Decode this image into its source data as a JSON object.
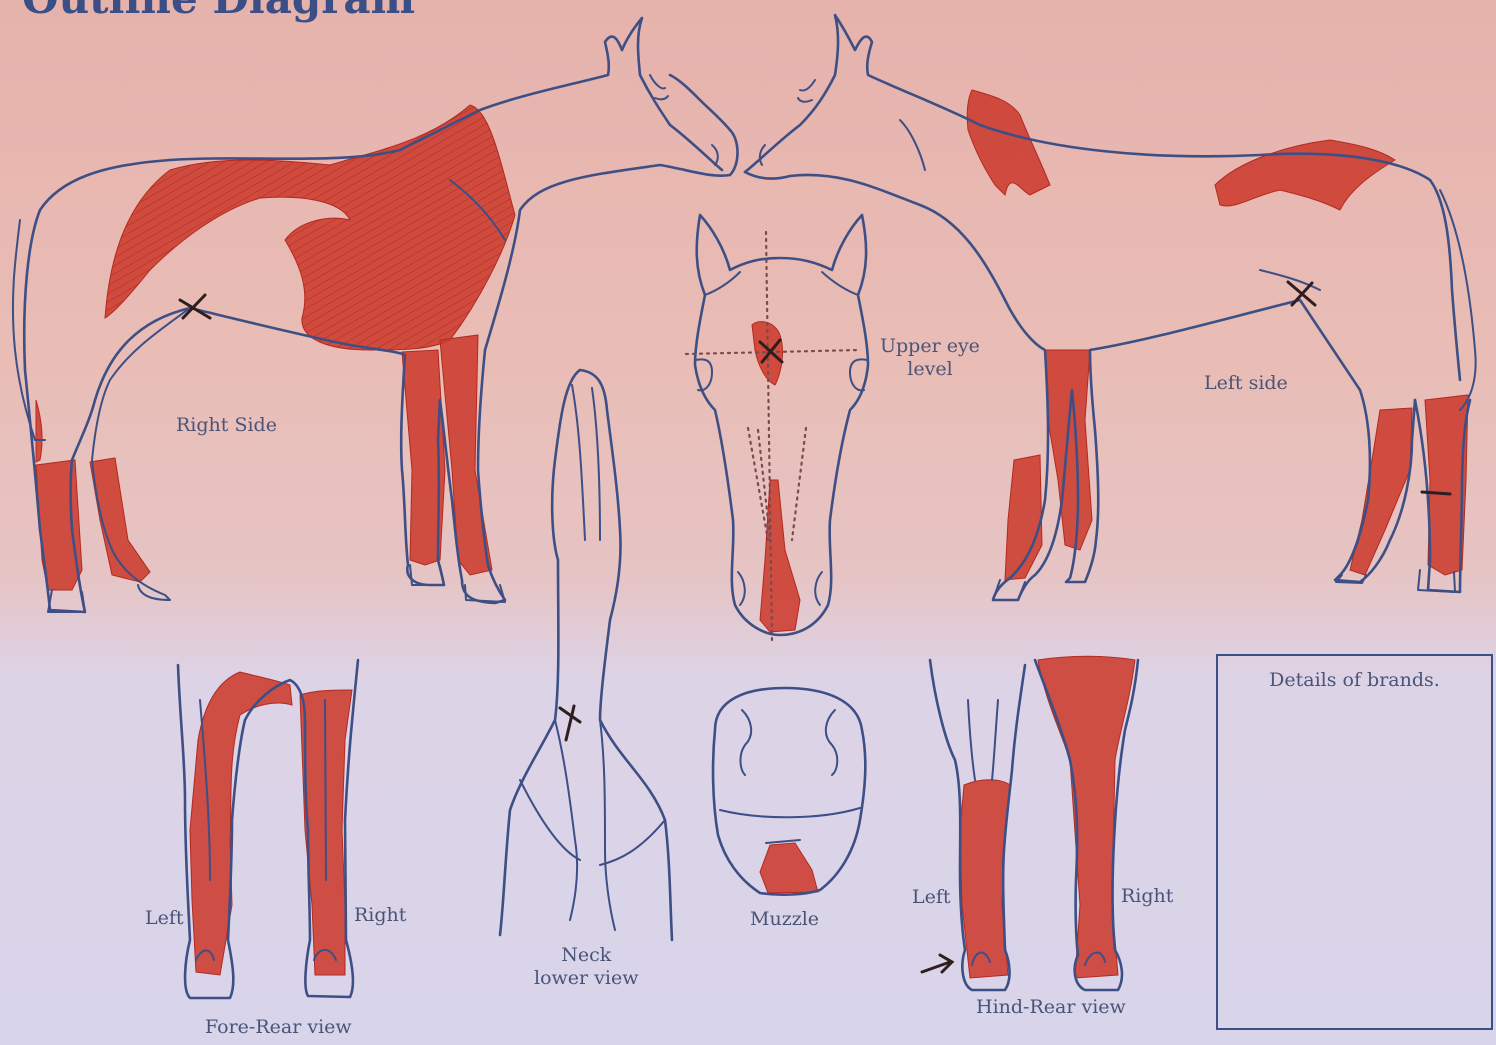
{
  "header": {
    "title": "Outline Diagram"
  },
  "labels": {
    "right_side": "Right Side",
    "upper_eye_level_line1": "Upper eye",
    "upper_eye_level_line2": "level",
    "left_side": "Left side",
    "fore_left": "Left",
    "fore_right": "Right",
    "fore_rear_view": "Fore-Rear view",
    "neck_line1": "Neck",
    "neck_line2": "lower view",
    "muzzle": "Muzzle",
    "hind_left": "Left",
    "hind_right": "Right",
    "hind_rear_view": "Hind-Rear view",
    "brands": "Details of brands."
  },
  "colors": {
    "outline": "#3d4f84",
    "marking": "#cc3b2e",
    "text": "#4a5478"
  }
}
